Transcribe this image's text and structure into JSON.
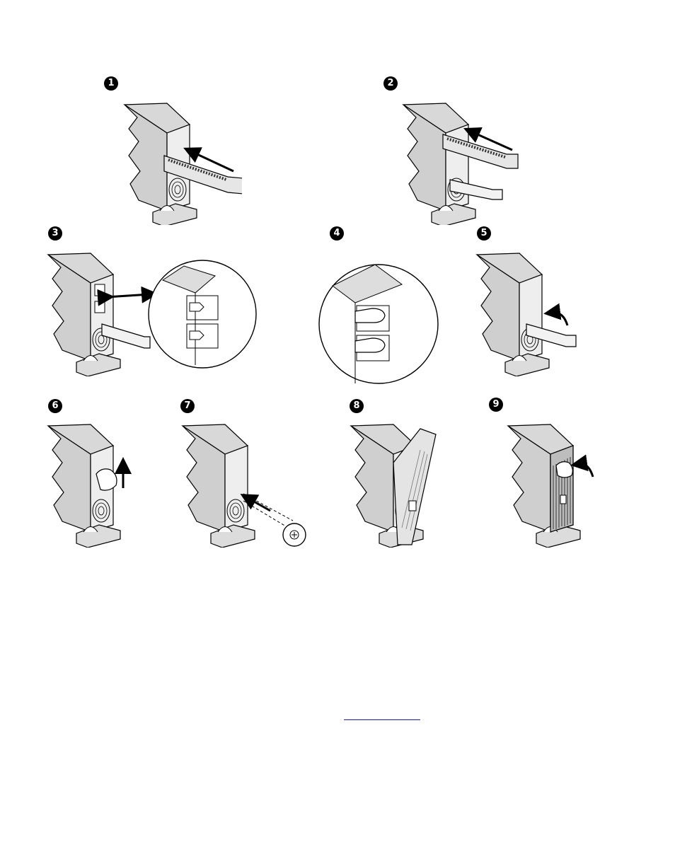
{
  "steps": [
    {
      "num": "1"
    },
    {
      "num": "2"
    },
    {
      "num": "3"
    },
    {
      "num": "4"
    },
    {
      "num": "5"
    },
    {
      "num": "6"
    },
    {
      "num": "7"
    },
    {
      "num": "8"
    },
    {
      "num": "9"
    }
  ],
  "icons": {
    "arrow": "straight-arrow-icon",
    "curved_arrow": "curved-arrow-icon",
    "hand": "hand-icon",
    "screw": "screw-icon"
  }
}
